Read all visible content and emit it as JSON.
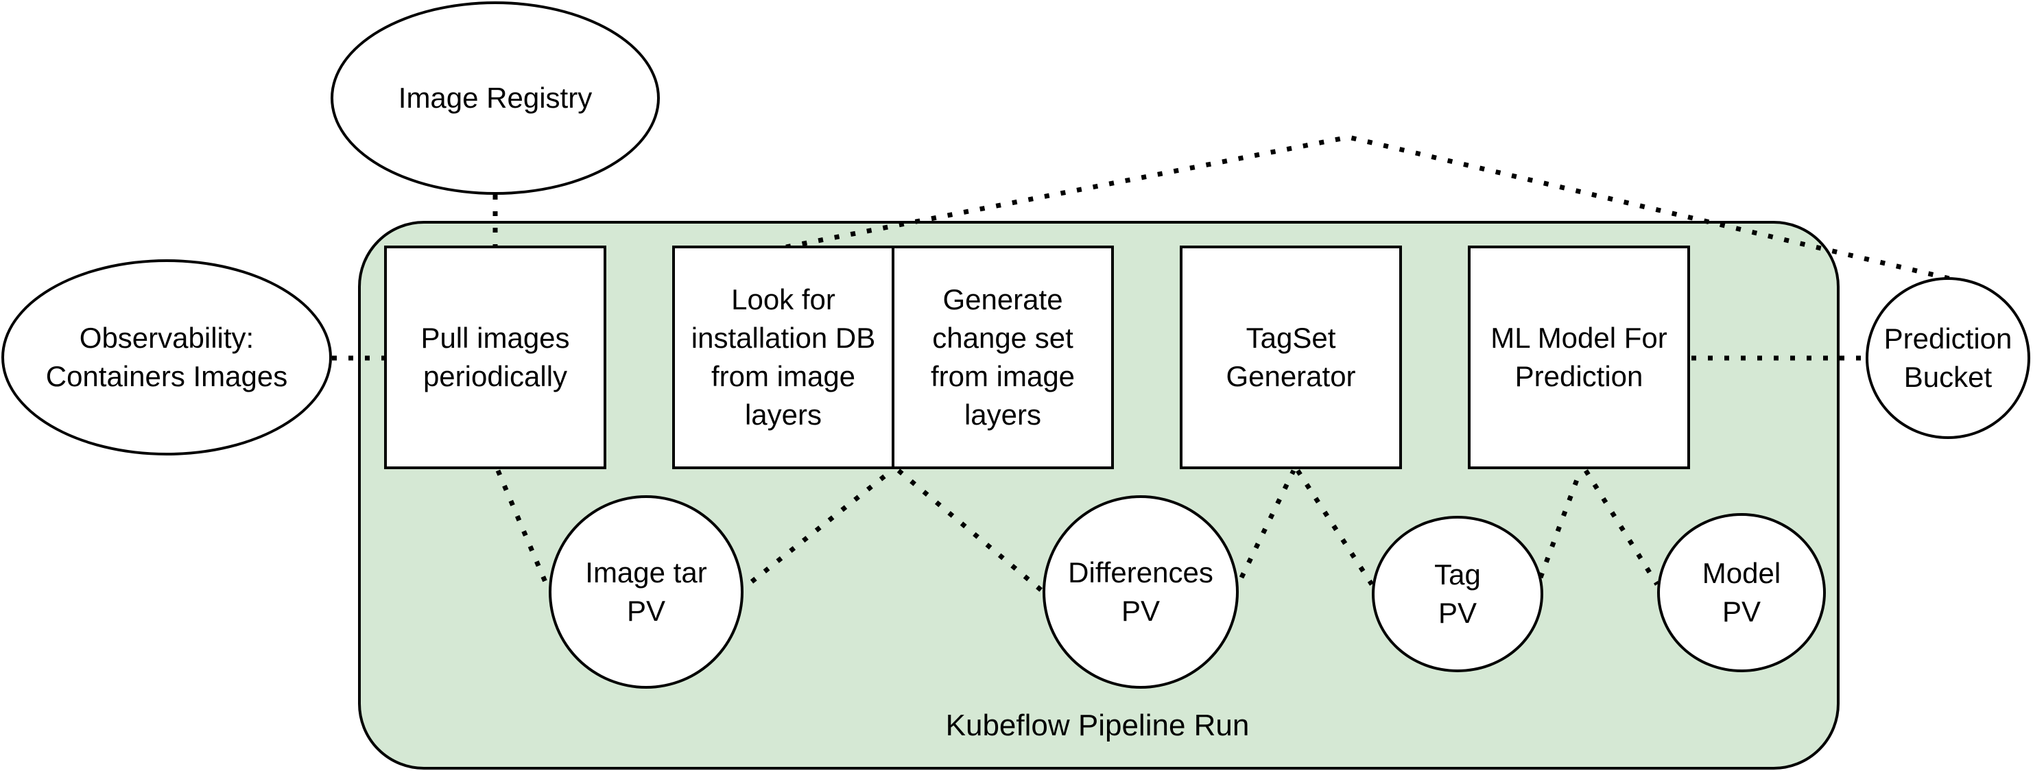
{
  "theme": {
    "container_fill": "#d5e8d4",
    "stroke": "#000000",
    "node_fill": "#ffffff"
  },
  "container": {
    "label": "Kubeflow Pipeline Run"
  },
  "nodes": {
    "image_registry": "Image Registry",
    "observability": "Observability:\nContainers Images",
    "pull_images": "Pull images\nperiodically",
    "look_for_db": "Look for\ninstallation DB\nfrom image\nlayers",
    "generate_change_set": "Generate\nchange set\nfrom image\nlayers",
    "tagset_generator": "TagSet\nGenerator",
    "ml_model": "ML Model For\nPrediction",
    "prediction_bucket": "Prediction\nBucket",
    "image_tar_pv": "Image tar\nPV",
    "differences_pv": "Differences\nPV",
    "tag_pv": "Tag\nPV",
    "model_pv": "Model\nPV"
  }
}
